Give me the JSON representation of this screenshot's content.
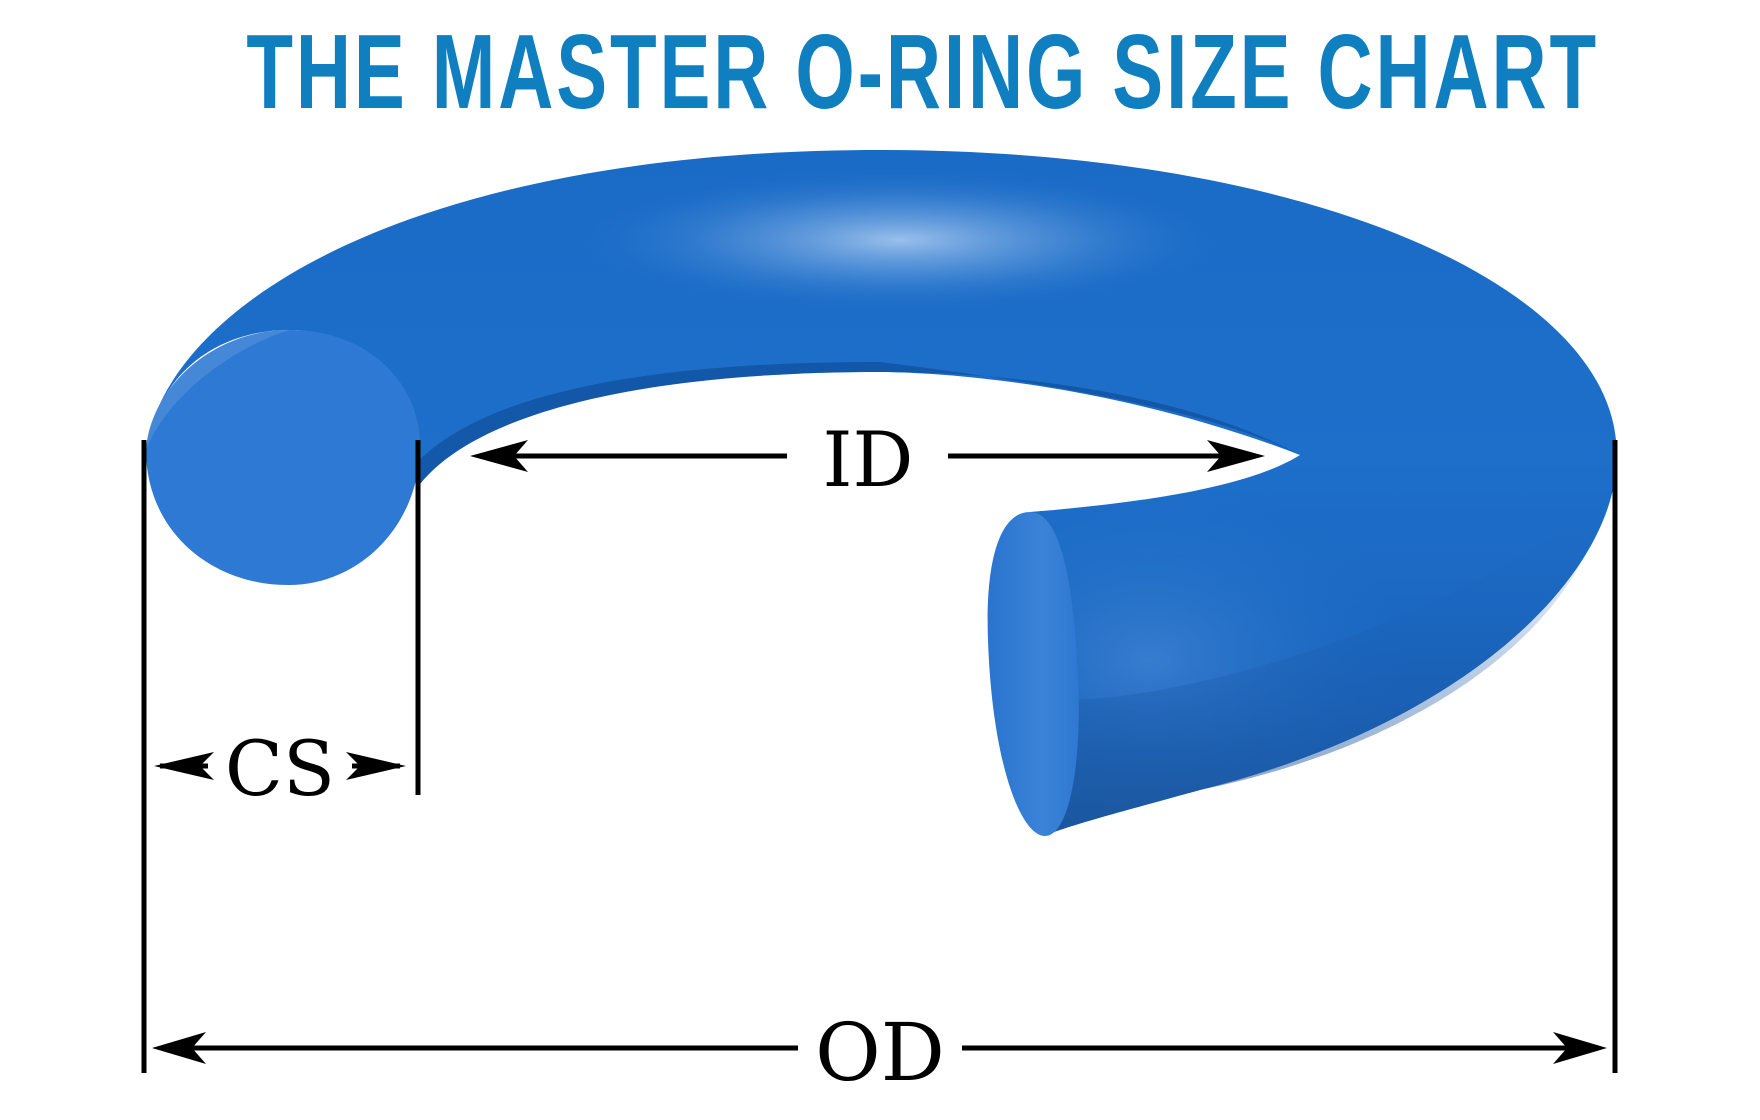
{
  "title": "THE MASTER O-RING SIZE CHART",
  "colors": {
    "title": "#0f7fc0",
    "ring": "#1b6cc7",
    "ring_dark": "#0f4f9c",
    "ring_highlight": "#8fb9ea",
    "cut_face": "#2e79d4",
    "dimension_lines": "#000000"
  },
  "labels": {
    "id": "ID",
    "cs": "CS",
    "od": "OD"
  },
  "icons": {
    "ring": "o-ring-cutaway",
    "arrows": "dimension-arrow"
  }
}
